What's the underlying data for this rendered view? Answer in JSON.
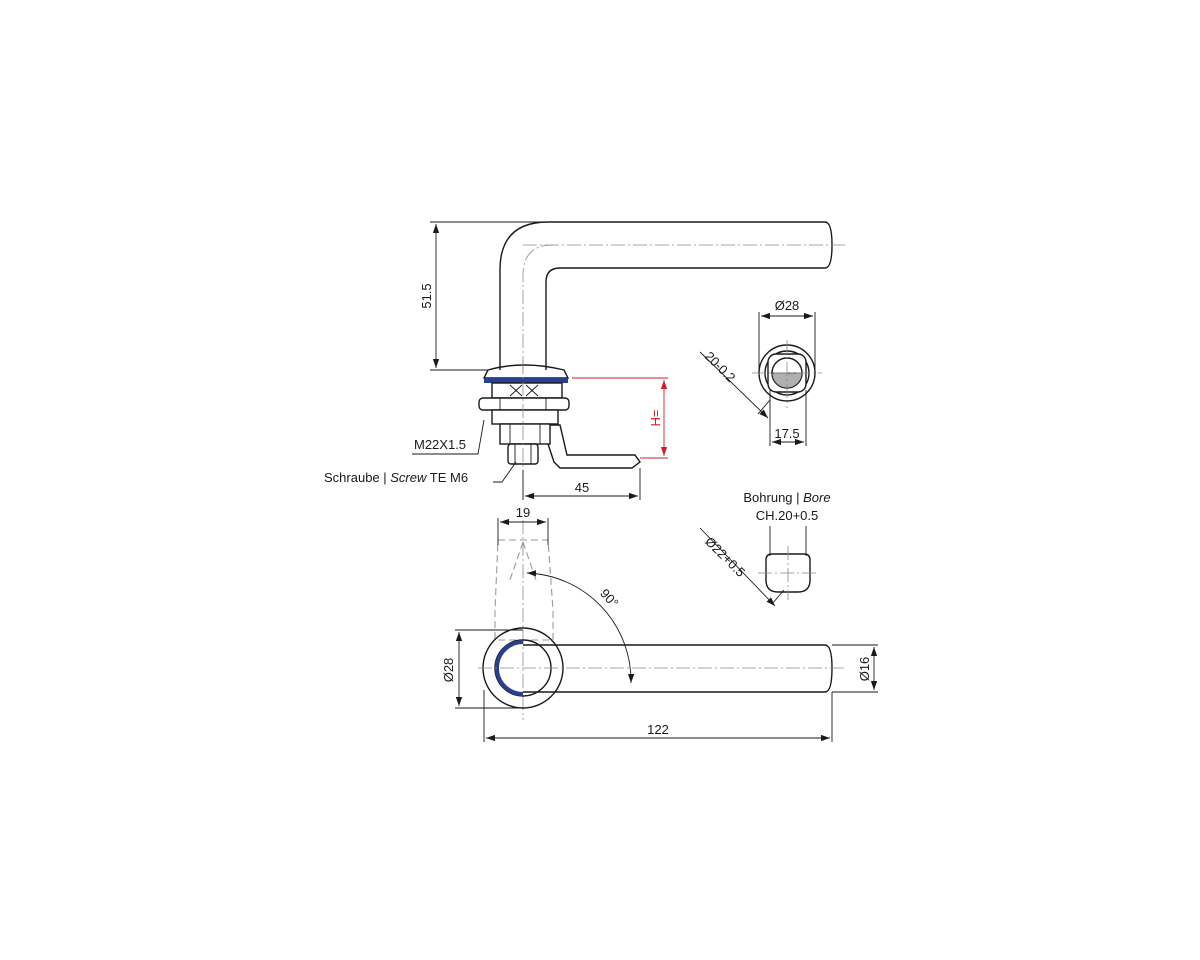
{
  "colors": {
    "line": "#1a1a1a",
    "centerline": "#8a8a8a",
    "accent_red": "#d21f2b",
    "gasket_blue": "#2b3f8f",
    "hatch_gray": "#b0b0b0"
  },
  "labels": {
    "dim_height": "51.5",
    "dim_thread": "M22X1.5",
    "screw_de": "Schraube | ",
    "screw_en": "Screw",
    "screw_spec": " TE M6",
    "dim_cam_length": "45",
    "dim_h": "H=",
    "dim_bush_dia": "Ø28",
    "dim_flat": "20-0.2",
    "dim_square": "17.5",
    "bore_title_de": "Bohrung | ",
    "bore_title_en": "Bore",
    "bore_spec": "CH.20+0.5",
    "dim_bore_dia": "Ø22+0.5",
    "dim_top_width": "19",
    "dim_angle": "90°",
    "dim_rose_dia": "Ø28",
    "dim_lever_dia": "Ø16",
    "dim_total_length": "122"
  }
}
